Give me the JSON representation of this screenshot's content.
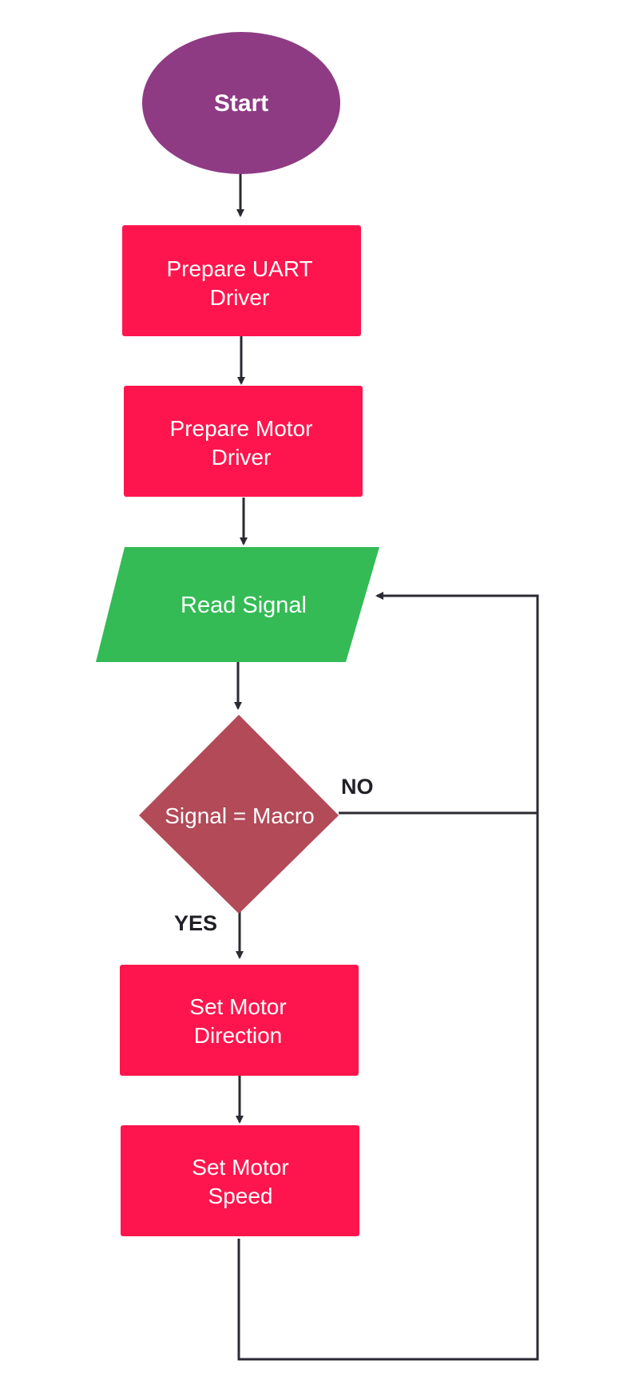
{
  "diagram": {
    "nodes": {
      "start": {
        "label": "Start"
      },
      "prepare_uart": {
        "line1": "Prepare UART",
        "line2": "Driver"
      },
      "prepare_motor": {
        "line1": "Prepare Motor",
        "line2": "Driver"
      },
      "read_signal": {
        "label": "Read Signal"
      },
      "decision": {
        "label": "Signal = Macro"
      },
      "set_direction": {
        "line1": "Set Motor",
        "line2": "Direction"
      },
      "set_speed": {
        "line1": "Set Motor",
        "line2": "Speed"
      }
    },
    "edge_labels": {
      "yes": "YES",
      "no": "NO"
    },
    "colors": {
      "start": "#8e3b84",
      "process": "#ff154d",
      "io": "#34bb55",
      "decision": "#b24a58",
      "line": "#2a2a33",
      "node_text": "#ffffff",
      "label_text": "#1f1f25"
    }
  }
}
